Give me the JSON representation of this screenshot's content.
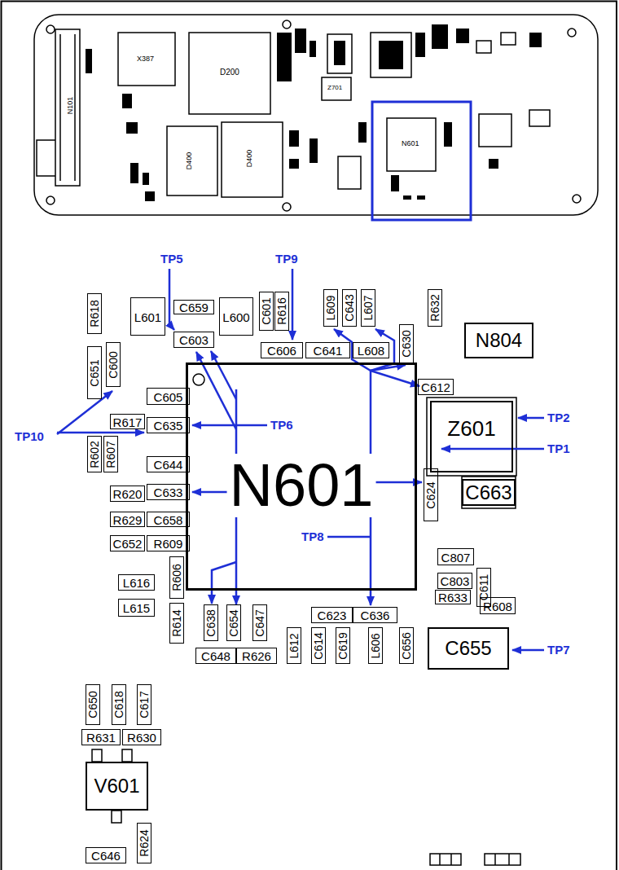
{
  "diagram": {
    "nodes": [
      {
        "text": [
          "L601"
        ]
      },
      {
        "text": [
          "C659"
        ]
      },
      {
        "text": [
          "C603"
        ]
      },
      {
        "text": [
          "L600"
        ]
      },
      {
        "text": [
          "C601"
        ]
      },
      {
        "text": [
          "R616"
        ]
      },
      {
        "text": [
          "L609"
        ]
      },
      {
        "text": [
          "C643"
        ]
      },
      {
        "text": [
          "L607"
        ]
      },
      {
        "text": [
          "R632"
        ]
      },
      {
        "text": [
          "R618"
        ]
      },
      {
        "text": [
          "C606"
        ]
      },
      {
        "text": [
          "C641"
        ]
      },
      {
        "text": [
          "L608"
        ]
      },
      {
        "text": [
          "C630"
        ]
      },
      {
        "text": [
          "N804"
        ]
      },
      {
        "text": [
          "C651"
        ]
      },
      {
        "text": [
          "C600"
        ]
      },
      {
        "text": [
          "N601"
        ]
      },
      {
        "text": [
          "C612"
        ]
      },
      {
        "text": [
          "C605"
        ]
      },
      {
        "text": [
          "Z601"
        ]
      },
      {
        "text": [
          "R617"
        ]
      },
      {
        "text": [
          "C635"
        ]
      },
      {
        "text": [
          "R602"
        ]
      },
      {
        "text": [
          "R607"
        ]
      },
      {
        "text": [
          "C644"
        ]
      },
      {
        "text": [
          "C624"
        ]
      },
      {
        "text": [
          "C663"
        ]
      },
      {
        "text": [
          "R620"
        ]
      },
      {
        "text": [
          "C633"
        ]
      },
      {
        "text": [
          "R629"
        ]
      },
      {
        "text": [
          "C658"
        ]
      },
      {
        "text": [
          "C652"
        ]
      },
      {
        "text": [
          "R609"
        ]
      },
      {
        "text": [
          "C807"
        ]
      },
      {
        "text": [
          "R606"
        ]
      },
      {
        "text": [
          "L616"
        ]
      },
      {
        "text": [
          "C803"
        ]
      },
      {
        "text": [
          "C611"
        ]
      },
      {
        "text": [
          "R633"
        ]
      },
      {
        "text": [
          "R608"
        ]
      },
      {
        "text": [
          "L615"
        ]
      },
      {
        "text": [
          "R614"
        ]
      },
      {
        "text": [
          "C638"
        ]
      },
      {
        "text": [
          "C654"
        ]
      },
      {
        "text": [
          "C647"
        ]
      },
      {
        "text": [
          "C623"
        ]
      },
      {
        "text": [
          "C636"
        ]
      },
      {
        "text": [
          "C655"
        ]
      },
      {
        "text": [
          "L612"
        ]
      },
      {
        "text": [
          "C614"
        ]
      },
      {
        "text": [
          "C619"
        ]
      },
      {
        "text": [
          "L606"
        ]
      },
      {
        "text": [
          "C656"
        ]
      },
      {
        "text": [
          "C648"
        ]
      },
      {
        "text": [
          "R626"
        ]
      },
      {
        "text": [
          "C650"
        ]
      },
      {
        "text": [
          "C618"
        ]
      },
      {
        "text": [
          "C617"
        ]
      },
      {
        "text": [
          "R631"
        ]
      },
      {
        "text": [
          "R630"
        ]
      },
      {
        "text": [
          "V601"
        ]
      },
      {
        "text": [
          "R624"
        ]
      },
      {
        "text": [
          "C646"
        ]
      }
    ],
    "labels": [
      "TP5",
      "TP9",
      "TP10",
      "TP6",
      "TP2",
      "TP1",
      "TP8",
      "TP7",
      "N101",
      "X387",
      "D200",
      "Z701",
      "D400",
      "D400",
      "N601"
    ]
  }
}
